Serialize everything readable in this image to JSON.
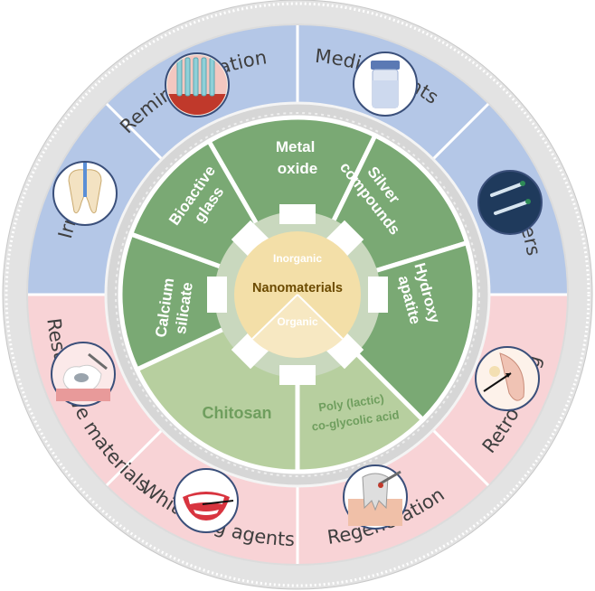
{
  "colors": {
    "app_blue": "#b3c6e7",
    "app_pink": "#f9d5d7",
    "outer_ring": "#dcdcdc",
    "inorganic_green": "#7aa974",
    "organic_green": "#b7cf9f",
    "core_upper": "#f2d58c",
    "core_lower": "#f6e3b2"
  },
  "center": {
    "title": "Nanomaterials",
    "upper": "Inorganic",
    "lower": "Organic"
  },
  "applications": [
    {
      "label": "Remineralization",
      "icon": "dentin-tubules-icon"
    },
    {
      "label": "Medicaments",
      "icon": "medicine-jar-icon"
    },
    {
      "label": "Sealers",
      "icon": "syringes-icon"
    },
    {
      "label": "Irrigants",
      "icon": "tooth-irrigation-icon"
    },
    {
      "label": "Retro-filling",
      "icon": "tooth-root-section-icon"
    },
    {
      "label": "Restorative materials",
      "icon": "filling-tool-icon"
    },
    {
      "label": "Whitening agents",
      "icon": "smile-icon"
    },
    {
      "label": "Regeneration",
      "icon": "tooth-regeneration-icon"
    }
  ],
  "materials": {
    "metal_oxide": [
      "Metal",
      "oxide"
    ],
    "silver": [
      "Silver",
      "compounds"
    ],
    "hydroxyapatite": [
      "Hydroxy",
      "apatite"
    ],
    "plga": [
      "Poly (lactic)",
      "co-glycolic acid"
    ],
    "chitosan": [
      "Chitosan"
    ],
    "calcium_silicate": [
      "Calcium",
      "silicate"
    ],
    "bioactive_glass": [
      "Bioactive",
      "glass"
    ]
  }
}
